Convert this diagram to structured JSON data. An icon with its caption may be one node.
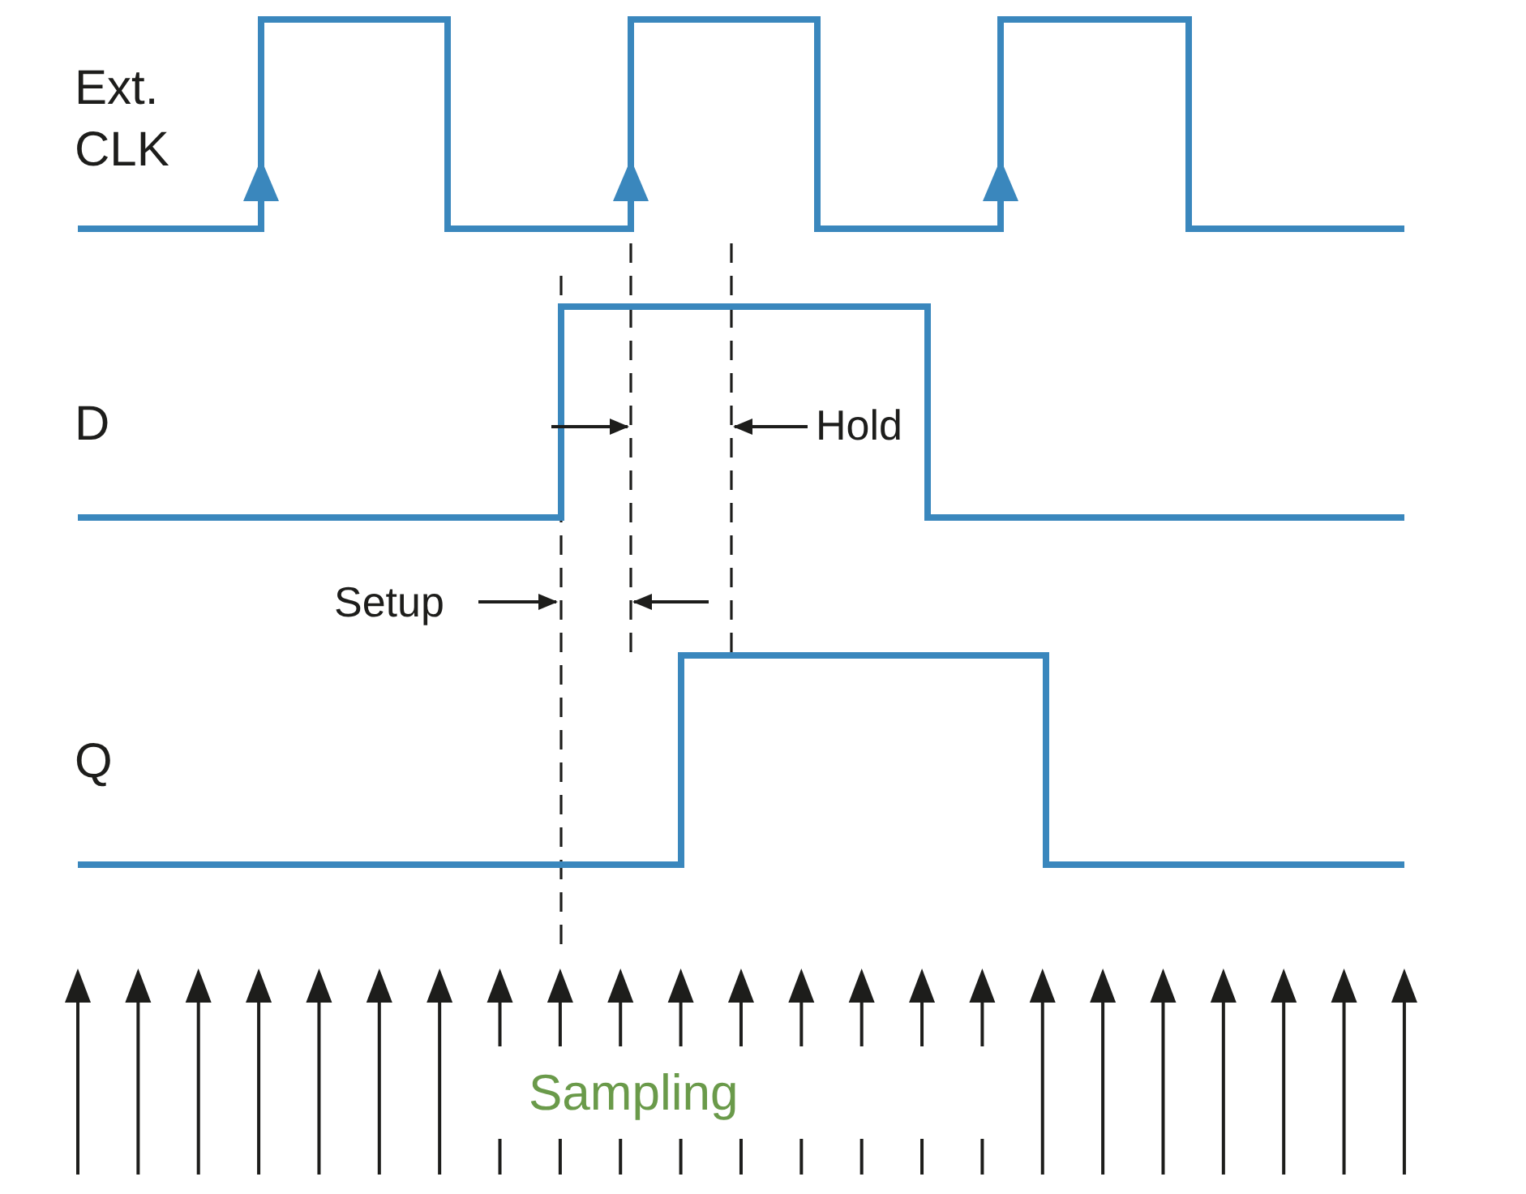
{
  "diagram": {
    "labels": [
      "Ext. CLK",
      "D",
      "Q",
      "Hold",
      "Setup",
      "Sampling"
    ]
  }
}
